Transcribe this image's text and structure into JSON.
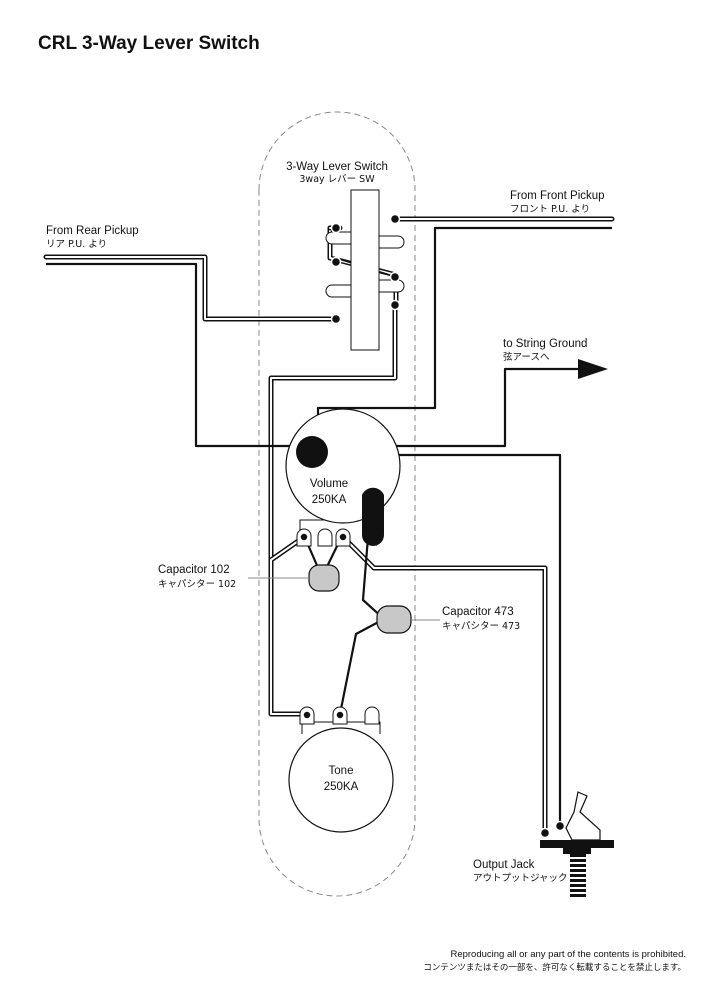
{
  "title": "CRL  3-Way Lever Switch",
  "switch": {
    "label": "3-Way Lever Switch",
    "label_jp": "3way レバー SW"
  },
  "front_pickup": {
    "label": "From Front Pickup",
    "label_jp": "フロント P.U. より"
  },
  "rear_pickup": {
    "label": "From Rear Pickup",
    "label_jp": "リア P.U. より"
  },
  "string_ground": {
    "label": "to String Ground",
    "label_jp": "弦アースへ"
  },
  "volume": {
    "label": "Volume",
    "value": "250KA"
  },
  "tone": {
    "label": "Tone",
    "value": "250KA"
  },
  "capacitor_102": {
    "label": "Capacitor 102",
    "label_jp": "キャパシター 102"
  },
  "capacitor_473": {
    "label": "Capacitor 473",
    "label_jp": "キャパシター 473"
  },
  "output_jack": {
    "label": "Output Jack",
    "label_jp": "アウトプットジャック"
  },
  "notice": {
    "en": "Reproducing all or any part of the contents is prohibited.",
    "jp": "コンテンツまたはその一部を、許可なく転載することを禁止します。"
  },
  "colors": {
    "wire": "#111111",
    "capacitor": "#c8c8c8",
    "outline": "#888888"
  }
}
